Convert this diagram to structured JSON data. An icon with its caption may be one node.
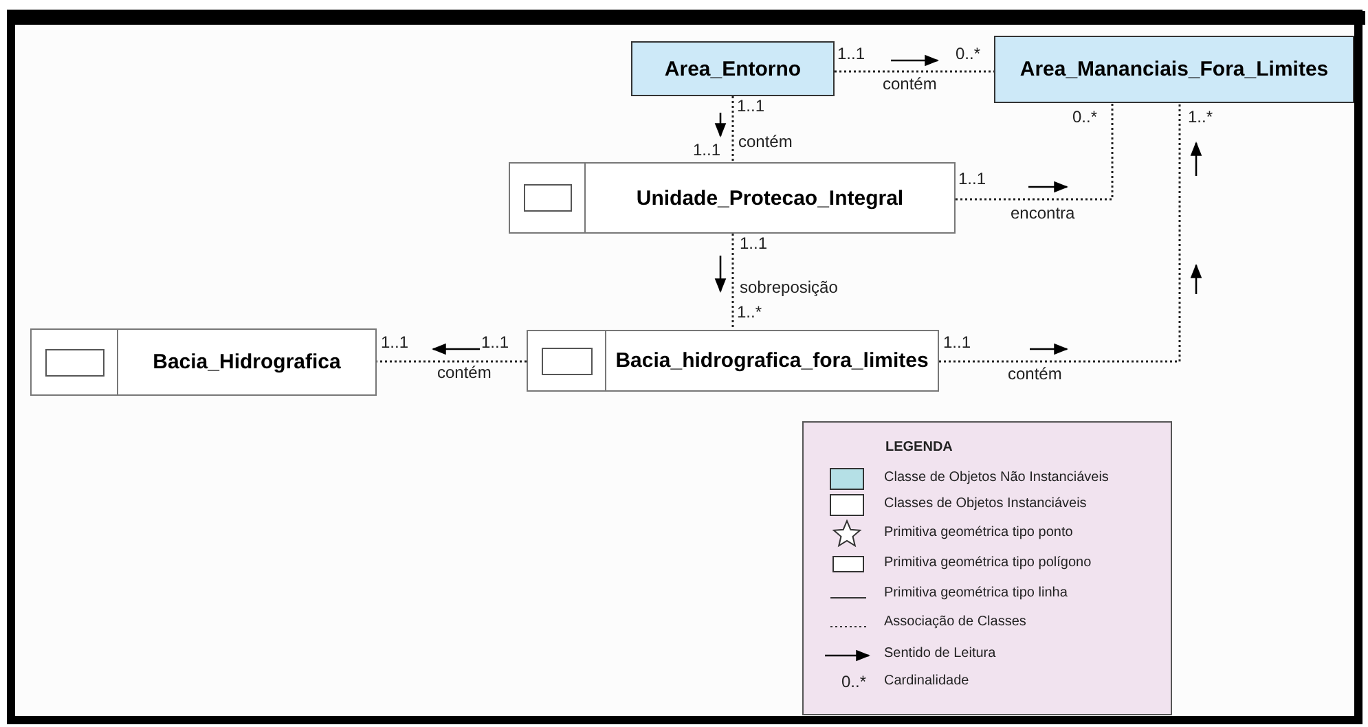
{
  "diagram": {
    "nodes": [
      {
        "text": [
          "Area_Entorno"
        ]
      },
      {
        "text": [
          "Area_Mananciais_Fora_Limites"
        ]
      },
      {
        "text": [
          "Unidade_Protecao_Integral"
        ]
      },
      {
        "text": [
          "Bacia_Hidrografica"
        ]
      },
      {
        "text": [
          "Bacia_hidrografica_fora_limites"
        ]
      }
    ],
    "edges": [
      {
        "from": 0,
        "to": 1,
        "arrow": "none",
        "style": "dashed",
        "label": "contém"
      },
      {
        "from": 0,
        "to": 2,
        "arrow": "none",
        "style": "dashed",
        "label": "contém"
      },
      {
        "from": 2,
        "to": 1,
        "arrow": "none",
        "style": "dashed",
        "label": "encontra"
      },
      {
        "from": 2,
        "to": 4,
        "arrow": "none",
        "style": "dashed",
        "label": "sobreposição"
      },
      {
        "from": 4,
        "to": 3,
        "arrow": "none",
        "style": "dashed",
        "label": "contém"
      },
      {
        "from": 4,
        "to": 1,
        "arrow": "none",
        "style": "dashed",
        "label": "contém"
      }
    ],
    "labels": [
      "1..1",
      "0..*",
      "1..1",
      "1..1",
      "0..*",
      "1..*",
      "1..1",
      "1..1",
      "1..*",
      "1..1",
      "1..1",
      "1..1",
      "LEGENDA",
      "0..*"
    ],
    "legend": [
      {
        "text": "Classe de Objetos Não Instanciáveis",
        "color": "#b5e0e6"
      },
      {
        "text": "Classes de Objetos Instanciáveis",
        "color": "#ffffff"
      },
      {
        "text": "Primitiva geométrica tipo ponto"
      },
      {
        "text": "Primitiva geométrica tipo polígono"
      },
      {
        "text": "Primitiva geométrica tipo linha"
      },
      {
        "text": "Associação de Classes"
      },
      {
        "text": "Sentido de Leitura"
      },
      {
        "text": "Cardinalidade"
      }
    ]
  }
}
